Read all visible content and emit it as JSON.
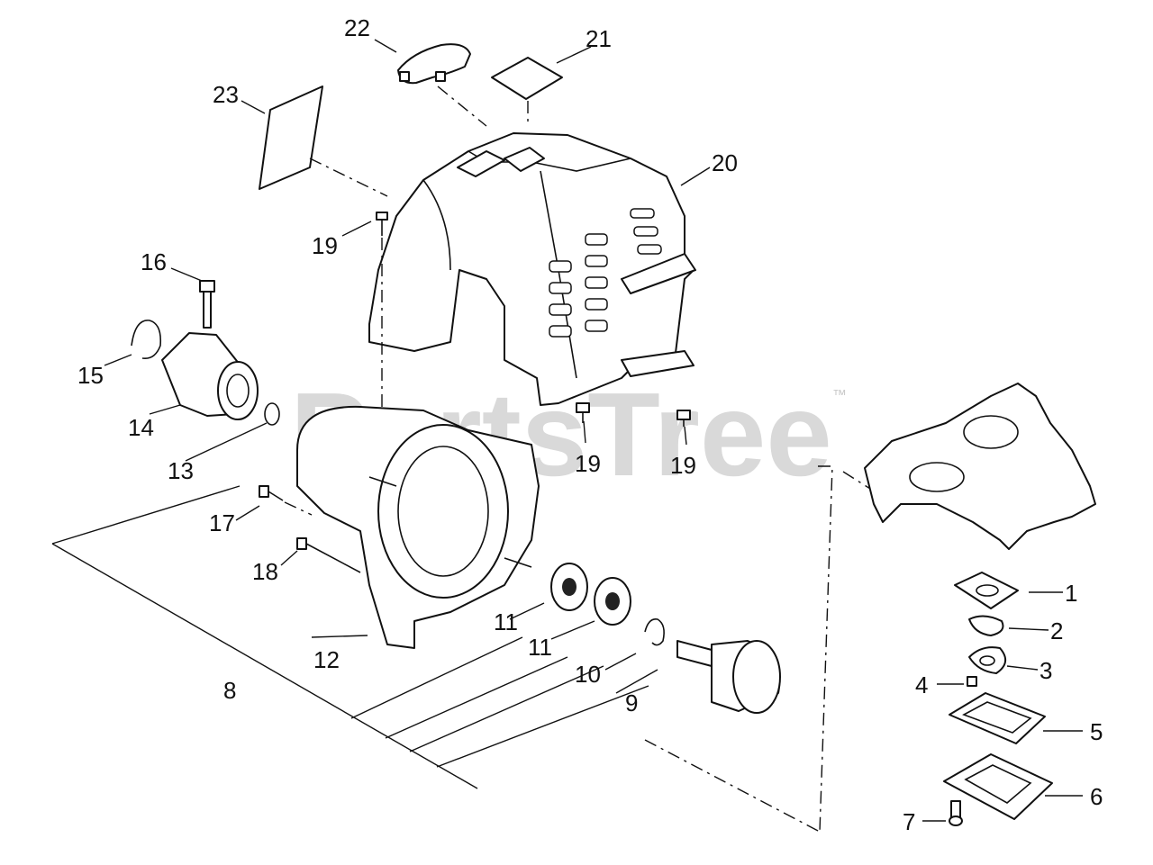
{
  "watermark": {
    "brand": "PartsTree",
    "trademark": "™"
  },
  "callouts": [
    "1",
    "2",
    "3",
    "4",
    "5",
    "6",
    "7",
    "8",
    "9",
    "10",
    "11",
    "11",
    "12",
    "13",
    "14",
    "15",
    "16",
    "17",
    "18",
    "19",
    "19",
    "19",
    "20",
    "21",
    "22",
    "23"
  ],
  "colors": {
    "line": "#111111",
    "background": "#ffffff",
    "watermark": "#d9d9d9"
  }
}
